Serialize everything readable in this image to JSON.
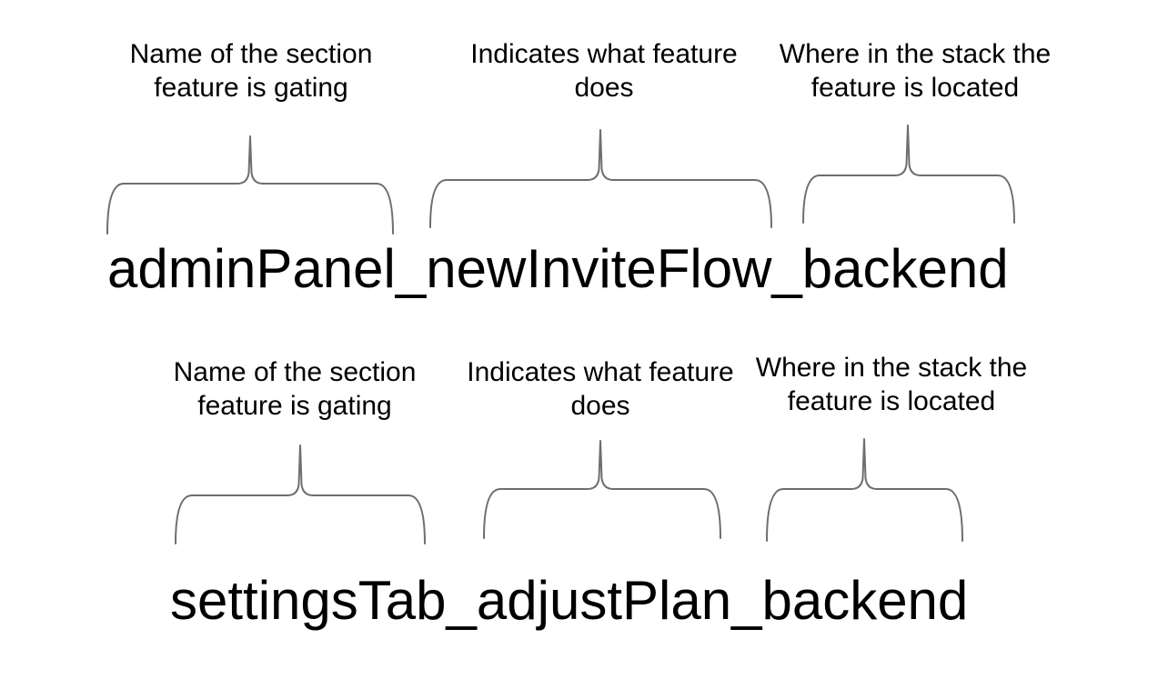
{
  "colors": {
    "background": "#ffffff",
    "brace": "#6e6e6e",
    "annotation_text": "#000000",
    "flag_text": "#000000"
  },
  "example1": {
    "flag_name": "adminPanel_newInviteFlow_backend",
    "labels": {
      "section": {
        "line1": "Name of the section",
        "line2": "feature is gating"
      },
      "purpose": {
        "line1": "Indicates what feature",
        "line2": "does"
      },
      "stack": {
        "line1": "Where in the stack the",
        "line2": "feature is located"
      }
    }
  },
  "example2": {
    "flag_name": "settingsTab_adjustPlan_backend",
    "labels": {
      "section": {
        "line1": "Name of the section",
        "line2": "feature is gating"
      },
      "purpose": {
        "line1": "Indicates what feature",
        "line2": "does"
      },
      "stack": {
        "line1": "Where in the stack the",
        "line2": "feature is located"
      }
    }
  }
}
